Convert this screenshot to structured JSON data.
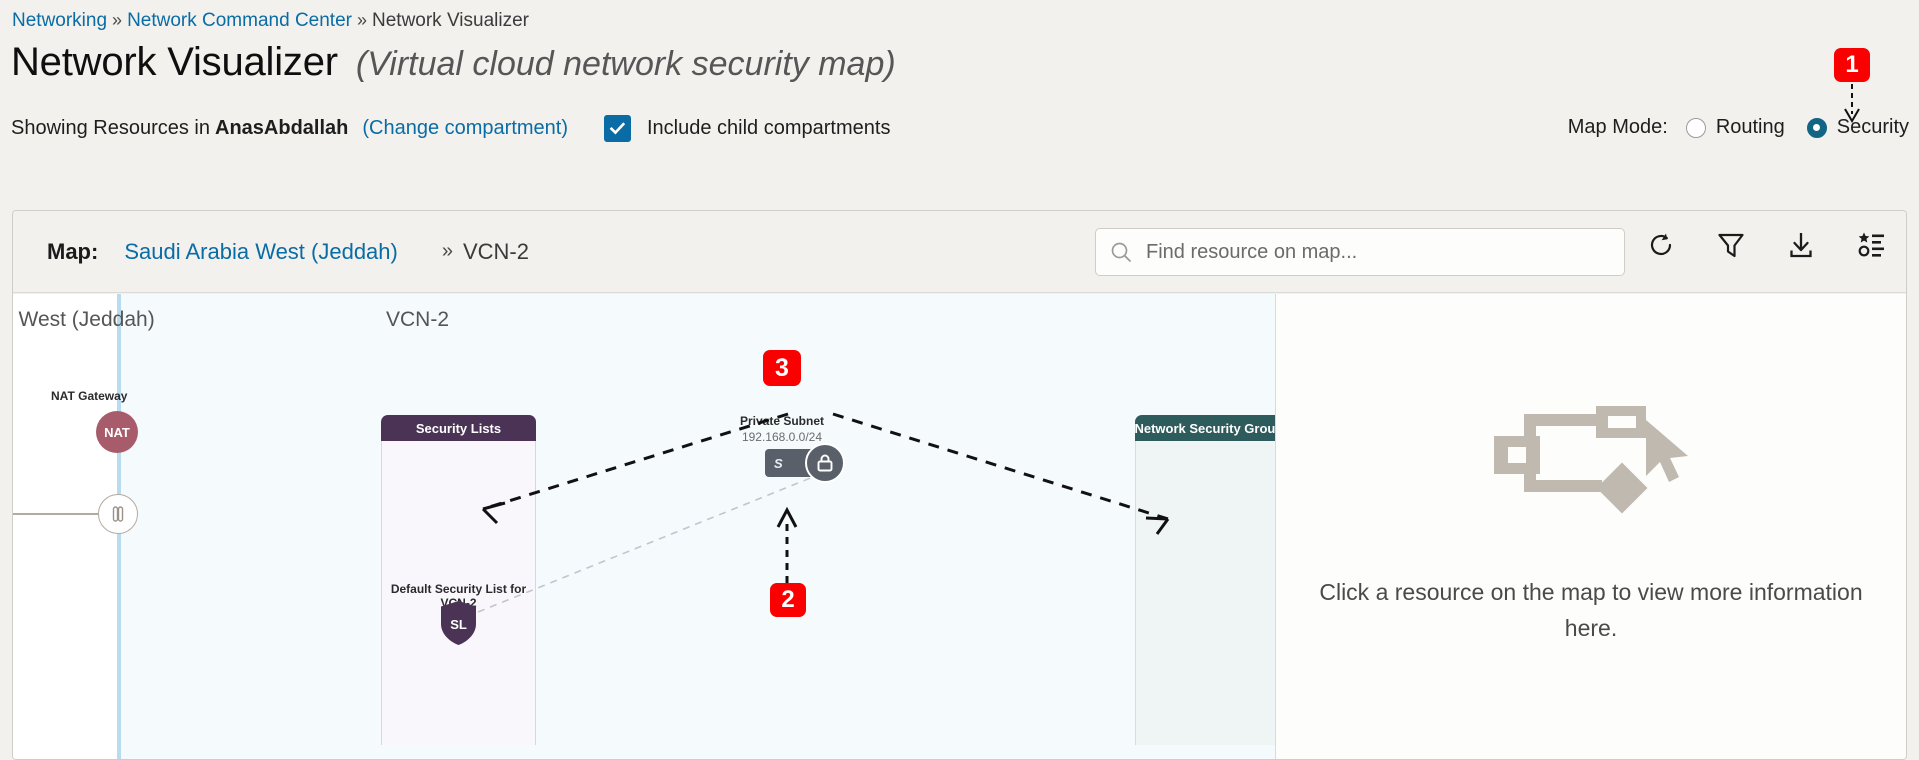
{
  "breadcrumb": {
    "items": [
      {
        "label": "Networking",
        "link": true
      },
      {
        "label": "Network Command Center",
        "link": true
      },
      {
        "label": "Network Visualizer",
        "link": false
      }
    ],
    "separator": "»"
  },
  "header": {
    "title": "Network Visualizer",
    "subtitle": "(Virtual cloud network security map)"
  },
  "compartment": {
    "prefix": "Showing Resources in",
    "name": "AnasAbdallah",
    "change_link": "(Change compartment)",
    "include_child_label": "Include child compartments",
    "include_child_checked": true,
    "checkbox_icon": "check-icon"
  },
  "map_mode": {
    "label": "Map Mode:",
    "options": [
      {
        "label": "Routing",
        "selected": false
      },
      {
        "label": "Security",
        "selected": true
      }
    ],
    "accent": "#136585"
  },
  "toolbar": {
    "map_label": "Map:",
    "region": "Saudi Arabia West (Jeddah)",
    "chevron": "»",
    "vcn": "VCN-2",
    "search_placeholder": "Find resource on map...",
    "search_value": "",
    "search_icon": "search-icon",
    "icons": [
      {
        "name": "refresh-icon",
        "title": "Refresh"
      },
      {
        "name": "filter-icon",
        "title": "Filter"
      },
      {
        "name": "download-icon",
        "title": "Download"
      },
      {
        "name": "legend-icon",
        "title": "Legend"
      }
    ]
  },
  "map": {
    "region_title": "a West (Jeddah)",
    "vcn_title": "VCN-2",
    "nat_gateway": {
      "label": "NAT Gateway",
      "badge": "NAT"
    },
    "drg_icon": "link-icon",
    "security_lists_group": {
      "title": "Security Lists",
      "header_color": "#4a3355",
      "body_color": "#faf7fc",
      "item_label": "Default Security List for VCN-2",
      "item_badge": "SL"
    },
    "network_security_groups_group": {
      "title": "Network Security Groups",
      "header_color": "#2e5b5c",
      "body_color": "#eef5f4"
    },
    "subnet": {
      "label": "Private Subnet",
      "cidr": "192.168.0.0/24",
      "badge": "S",
      "lock_icon": "lock-icon"
    }
  },
  "info_panel": {
    "graphic": "network-map-cursor-illustration",
    "message": "Click a resource on the map to view more information here."
  },
  "annotations": [
    {
      "id": "1",
      "number": "1",
      "color": "#fa0000",
      "points_to": "security-radio"
    },
    {
      "id": "2",
      "number": "2",
      "color": "#fa0000",
      "points_to": "private-subnet-node"
    },
    {
      "id": "3",
      "number": "3",
      "color": "#fa0000",
      "points_to": "security-links"
    }
  ]
}
